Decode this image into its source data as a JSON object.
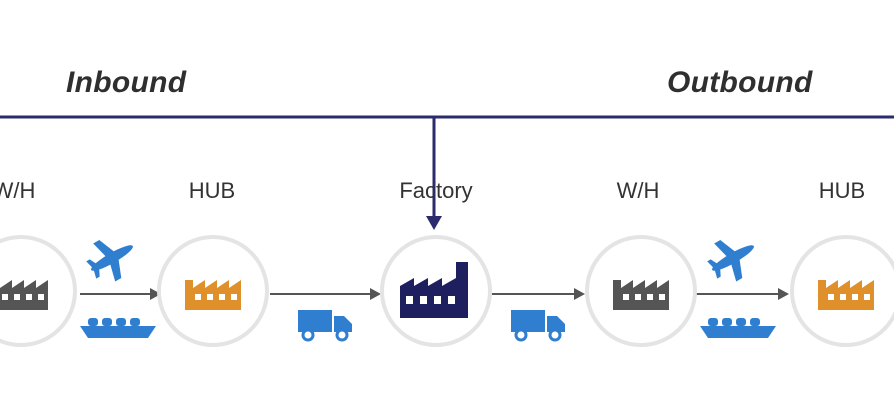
{
  "sections": {
    "inbound": "Inbound",
    "outbound": "Outbound"
  },
  "nodes": [
    {
      "label": "W/H",
      "icon": "factory-icon",
      "color": "#555555"
    },
    {
      "label": "HUB",
      "icon": "factory-icon",
      "color": "#e0902a"
    },
    {
      "label": "Factory",
      "icon": "factory-icon",
      "color": "#1e1f5e"
    },
    {
      "label": "W/H",
      "icon": "factory-icon",
      "color": "#555555"
    },
    {
      "label": "HUB",
      "icon": "factory-icon",
      "color": "#e0902a"
    }
  ],
  "transport": [
    {
      "from": 0,
      "to": 1,
      "modes": [
        "airplane-icon",
        "ship-icon"
      ]
    },
    {
      "from": 1,
      "to": 2,
      "modes": [
        "truck-icon"
      ]
    },
    {
      "from": 2,
      "to": 3,
      "modes": [
        "truck-icon"
      ]
    },
    {
      "from": 3,
      "to": 4,
      "modes": [
        "airplane-icon",
        "ship-icon"
      ]
    }
  ],
  "colors": {
    "accent": "#2b2b6e",
    "transport": "#2f7ecf",
    "circle_border": "#e4e4e4",
    "arrow": "#555555"
  }
}
